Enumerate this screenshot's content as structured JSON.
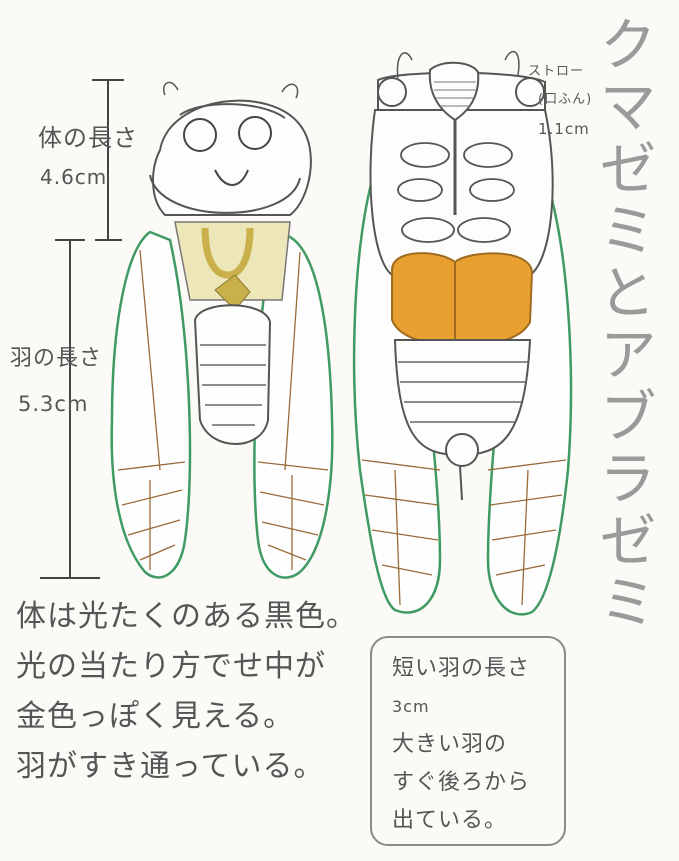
{
  "title": "クマゼミとアブラゼミ",
  "measurements": {
    "body_length_label": "体の長さ",
    "body_length_value": "4.6cm",
    "wing_length_label": "羽の長さ",
    "wing_length_value": "5.3cm",
    "straw_label": "ストロー",
    "straw_sub": "(口ふん)",
    "straw_value": "1.1cm"
  },
  "kumazemi_notes": [
    "体は光たくのある黒色。",
    "光の当たり方でせ中が",
    "金色っぽく見える。",
    "羽がすき通っている。"
  ],
  "aburazemi_notes": [
    "短い羽の長さ",
    "3cm",
    "大きい羽の",
    "すぐ後ろから",
    "出ている。"
  ],
  "colors": {
    "paper": "#fbfaf6",
    "pencil": "#555555",
    "wing_green": "#3f9a63",
    "golden": "#c9b04a",
    "orange": "#e8a030",
    "brown": "#9a6a3a"
  }
}
